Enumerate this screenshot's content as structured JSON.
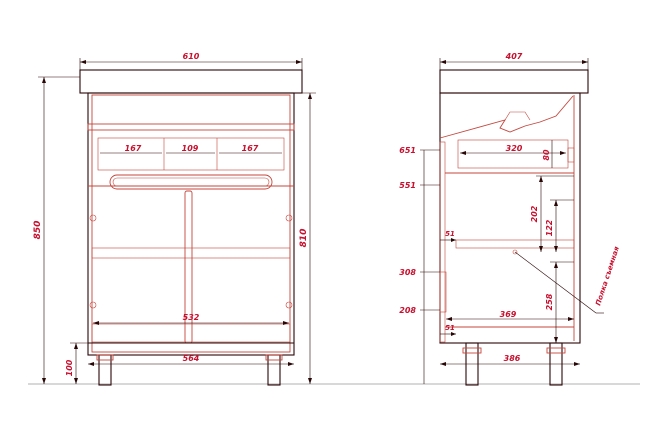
{
  "front_view": {
    "labels": {
      "overall_width": "610",
      "drawer_left": "167",
      "drawer_middle": "109",
      "drawer_right": "167",
      "inner_width": "532",
      "base_width": "564",
      "total_height": "850",
      "body_height": "810",
      "leg_height": "100"
    }
  },
  "side_view": {
    "labels": {
      "overall_depth": "407",
      "level_651": "651",
      "level_551": "551",
      "level_308": "308",
      "level_208": "208",
      "shelf_depth": "320",
      "drawer_height": "80",
      "compartment_202": "202",
      "compartment_122": "122",
      "offset_upper": "51",
      "offset_lower": "51",
      "bottom_depth": "369",
      "lower_height": "258",
      "base_depth": "386",
      "removable_shelf_note": "Полка съемная"
    }
  },
  "colors": {
    "dimension_text": "#c8102e",
    "line_dark": "#2a0707",
    "line_red": "#c4453c"
  }
}
